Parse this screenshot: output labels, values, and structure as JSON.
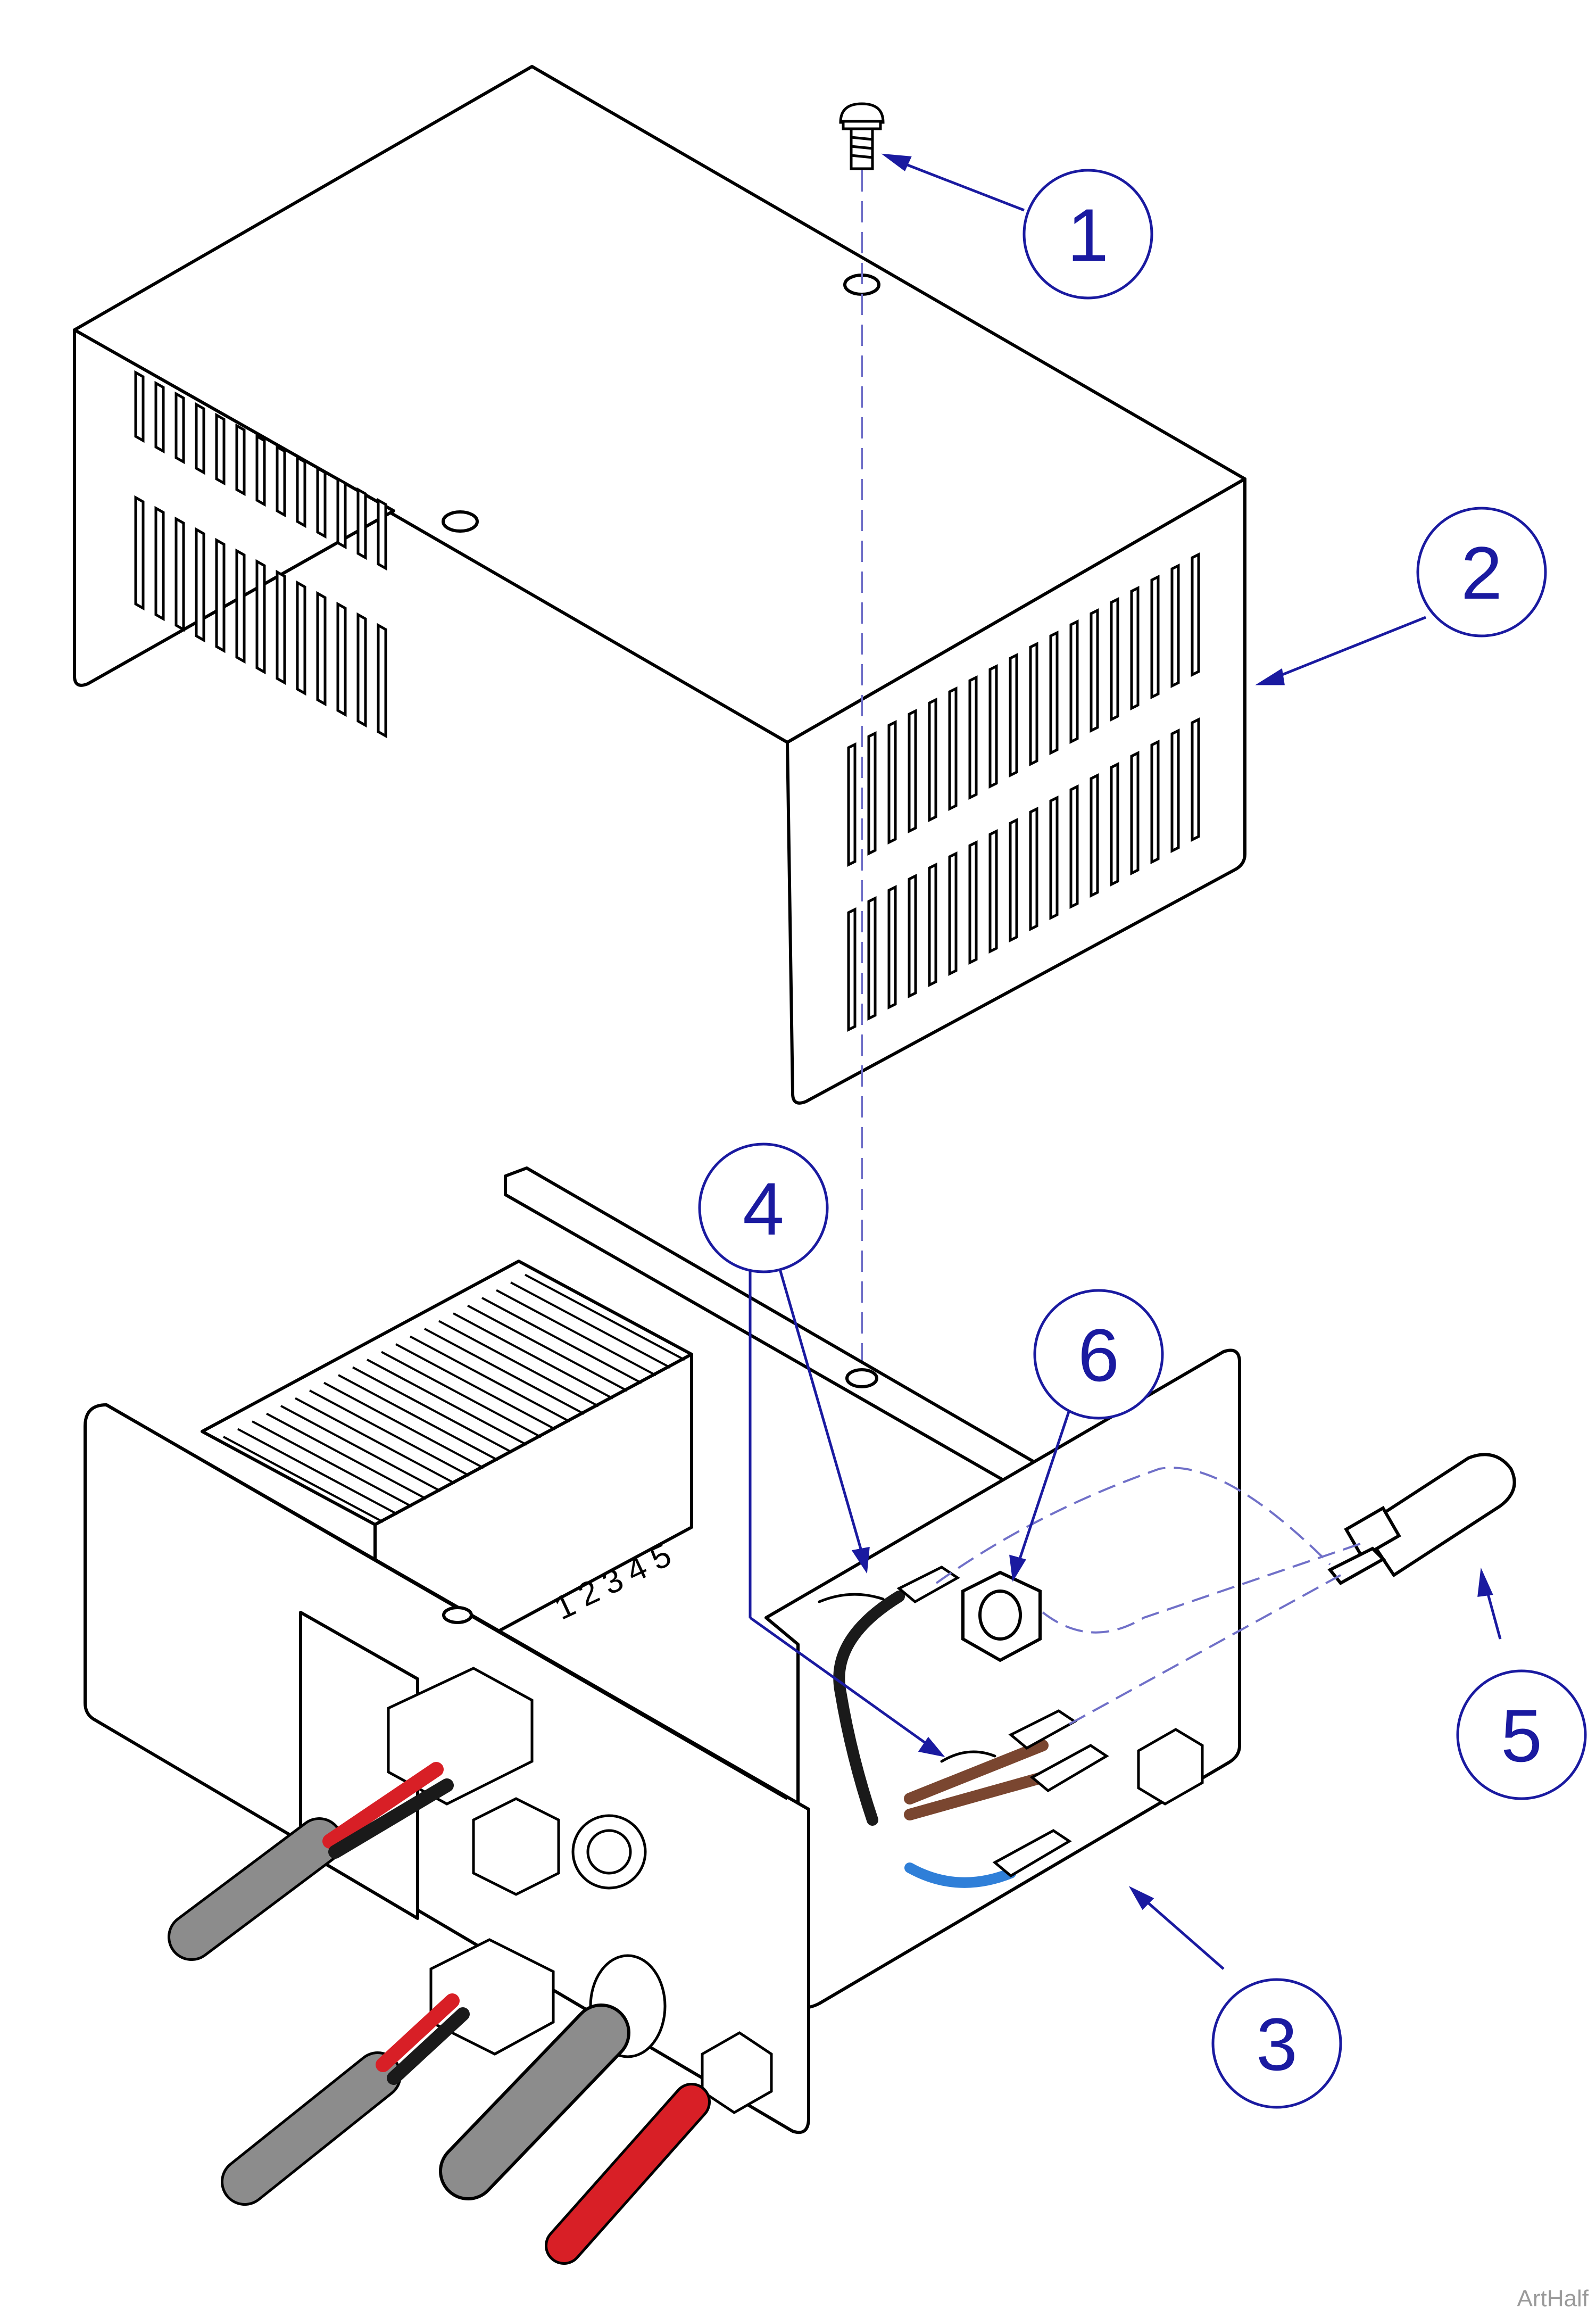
{
  "colors": {
    "outline": "#000000",
    "callout": "#1a1aa0",
    "leader_dash": "#7070c8",
    "wire_red": "#d81f26",
    "wire_black": "#1a1a1a",
    "wire_brown": "#7a4630",
    "wire_blue": "#2f7fd8",
    "cable_gray": "#8c8c8c",
    "panel_white": "#ffffff"
  },
  "callouts": [
    {
      "id": "1",
      "label": "1",
      "part": "screw"
    },
    {
      "id": "2",
      "label": "2",
      "part": "cover"
    },
    {
      "id": "3",
      "label": "3",
      "part": "chassis-base"
    },
    {
      "id": "4",
      "label": "4",
      "part": "wire-ties"
    },
    {
      "id": "5",
      "label": "5",
      "part": "fuse-holder"
    },
    {
      "id": "6",
      "label": "6",
      "part": "hex-nut"
    }
  ],
  "tap_numbers": [
    "1",
    "2",
    "3",
    "4",
    "5"
  ],
  "watermark": "ArtHalf"
}
